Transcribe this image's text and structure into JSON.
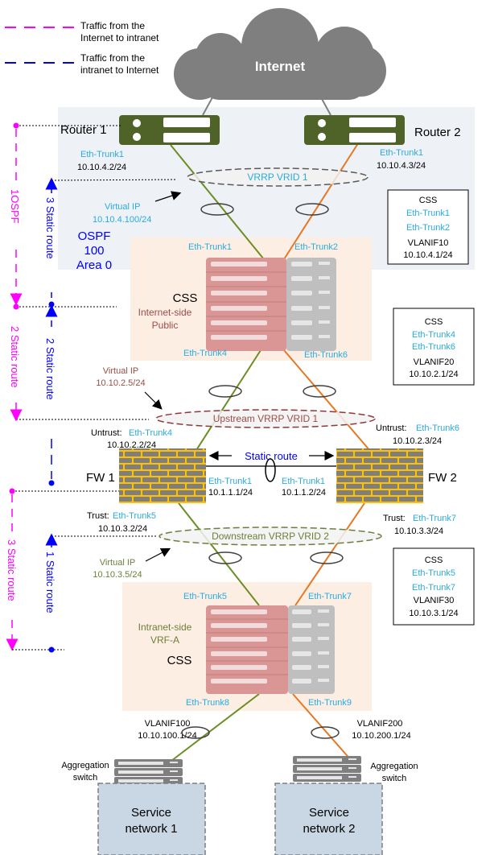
{
  "legend": {
    "items": [
      {
        "line1": "Traffic from the",
        "line2": "Internet to intranet",
        "color": "#ff00ff"
      },
      {
        "line1": "Traffic from the",
        "line2": "intranet to Internet",
        "color": "#0000ff"
      }
    ]
  },
  "colors": {
    "trunk_blue": "#29abe2",
    "green_link": "#6b8e23",
    "orange_link": "#e87722",
    "router_green": "#4f6228",
    "fw_yellow": "#ffc000",
    "css_red": "#d99694",
    "zone_blue": "#eef1f6",
    "zone_peach": "#fdeee4",
    "service_box": "#c9d6e3",
    "brown_text": "#9b4d48",
    "olive_text": "#6b7f3a"
  },
  "internet": {
    "label": "Internet"
  },
  "routers": {
    "r1": {
      "label": "Router 1",
      "trunk": "Eth-Trunk1",
      "ip": "10.10.4.2/24"
    },
    "r2": {
      "label": "Router 2",
      "trunk": "Eth-Trunk1",
      "ip": "10.10.4.3/24"
    }
  },
  "vrrp1": {
    "label": "VRRP VRID 1",
    "vip_label": "Virtual IP",
    "vip": "10.10.4.100/24"
  },
  "ospf": {
    "line1": "OSPF",
    "line2": "100",
    "line3": "Area 0"
  },
  "css_top": {
    "trunk_in_left": "Eth-Trunk1",
    "trunk_in_right": "Eth-Trunk2",
    "trunk_out_left": "Eth-Trunk4",
    "trunk_out_right": "Eth-Trunk6",
    "label": "CSS",
    "sub1": "Internet-side",
    "sub2": "Public"
  },
  "info_boxes": [
    {
      "title": "CSS",
      "trunk1": "Eth-Trunk1",
      "trunk2": "Eth-Trunk2",
      "vlanif": "VLANIF10",
      "ip": "10.10.4.1/24"
    },
    {
      "title": "CSS",
      "trunk1": "Eth-Trunk4",
      "trunk2": "Eth-Trunk6",
      "vlanif": "VLANIF20",
      "ip": "10.10.2.1/24"
    },
    {
      "title": "CSS",
      "trunk1": "Eth-Trunk5",
      "trunk2": "Eth-Trunk7",
      "vlanif": "VLANIF30",
      "ip": "10.10.3.1/24"
    }
  ],
  "upstream_vrrp": {
    "label": "Upstream VRRP VRID 1",
    "vip_label": "Virtual IP",
    "vip": "10.10.2.5/24"
  },
  "fw1": {
    "label": "FW 1",
    "untrust_label": "Untrust:",
    "untrust_trunk": "Eth-Trunk4",
    "untrust_ip": "10.10.2.2/24",
    "hb_trunk": "Eth-Trunk1",
    "hb_ip": "10.1.1.1/24",
    "trust_label": "Trust:",
    "trust_trunk": "Eth-Trunk5",
    "trust_ip": "10.10.3.2/24"
  },
  "fw2": {
    "label": "FW 2",
    "untrust_label": "Untrust:",
    "untrust_trunk": "Eth-Trunk6",
    "untrust_ip": "10.10.2.3/24",
    "hb_trunk": "Eth-Trunk1",
    "hb_ip": "10.1.1.2/24",
    "trust_label": "Trust:",
    "trust_trunk": "Eth-Trunk7",
    "trust_ip": "10.10.3.3/24"
  },
  "fw_link": {
    "label": "Static route"
  },
  "downstream_vrrp": {
    "label": "Downstream VRRP VRID 2",
    "vip_label": "Virtual IP",
    "vip": "10.10.3.5/24"
  },
  "css_bottom": {
    "trunk_in_left": "Eth-Trunk5",
    "trunk_in_right": "Eth-Trunk7",
    "trunk_out_left": "Eth-Trunk8",
    "trunk_out_right": "Eth-Trunk9",
    "label": "CSS",
    "sub1": "Intranet-side",
    "sub2": "VRF-A"
  },
  "aggregation": {
    "left": {
      "label1": "Aggregation",
      "label2": "switch",
      "vlanif": "VLANIF100",
      "ip": "10.10.100.1/24"
    },
    "right": {
      "label1": "Aggregation",
      "label2": "switch",
      "vlanif": "VLANIF200",
      "ip": "10.10.200.1/24"
    }
  },
  "services": [
    {
      "line1": "Service",
      "line2": "network 1"
    },
    {
      "line1": "Service",
      "line2": "network 2"
    }
  ],
  "route_markers": {
    "magenta": [
      "1OSPF",
      "2 Static route",
      "3 Static route"
    ],
    "blue": [
      "3 Static route",
      "2 Static route",
      "1 Static route"
    ]
  }
}
